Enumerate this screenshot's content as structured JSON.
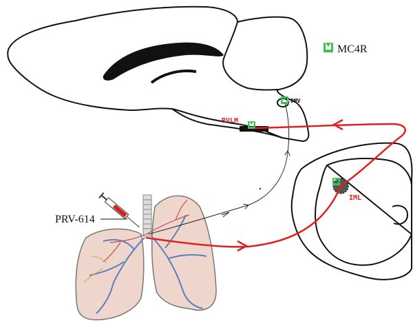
{
  "legend": {
    "marker_label": "MC4R",
    "marker_icon": "mc4r-receptor-icon"
  },
  "labels": {
    "dmv": "DMV",
    "rvlm": "RVLM",
    "iml": "IML",
    "injection": "PRV-614"
  },
  "colors": {
    "pathway_red": "#e02020",
    "receptor_green": "#3cc35a",
    "nucleus_black": "#111111",
    "lung_fill": "#efd6cc",
    "bronchi_blue": "#5b7fbf",
    "vessels_red": "#c4504e",
    "label_red": "#e02020"
  }
}
